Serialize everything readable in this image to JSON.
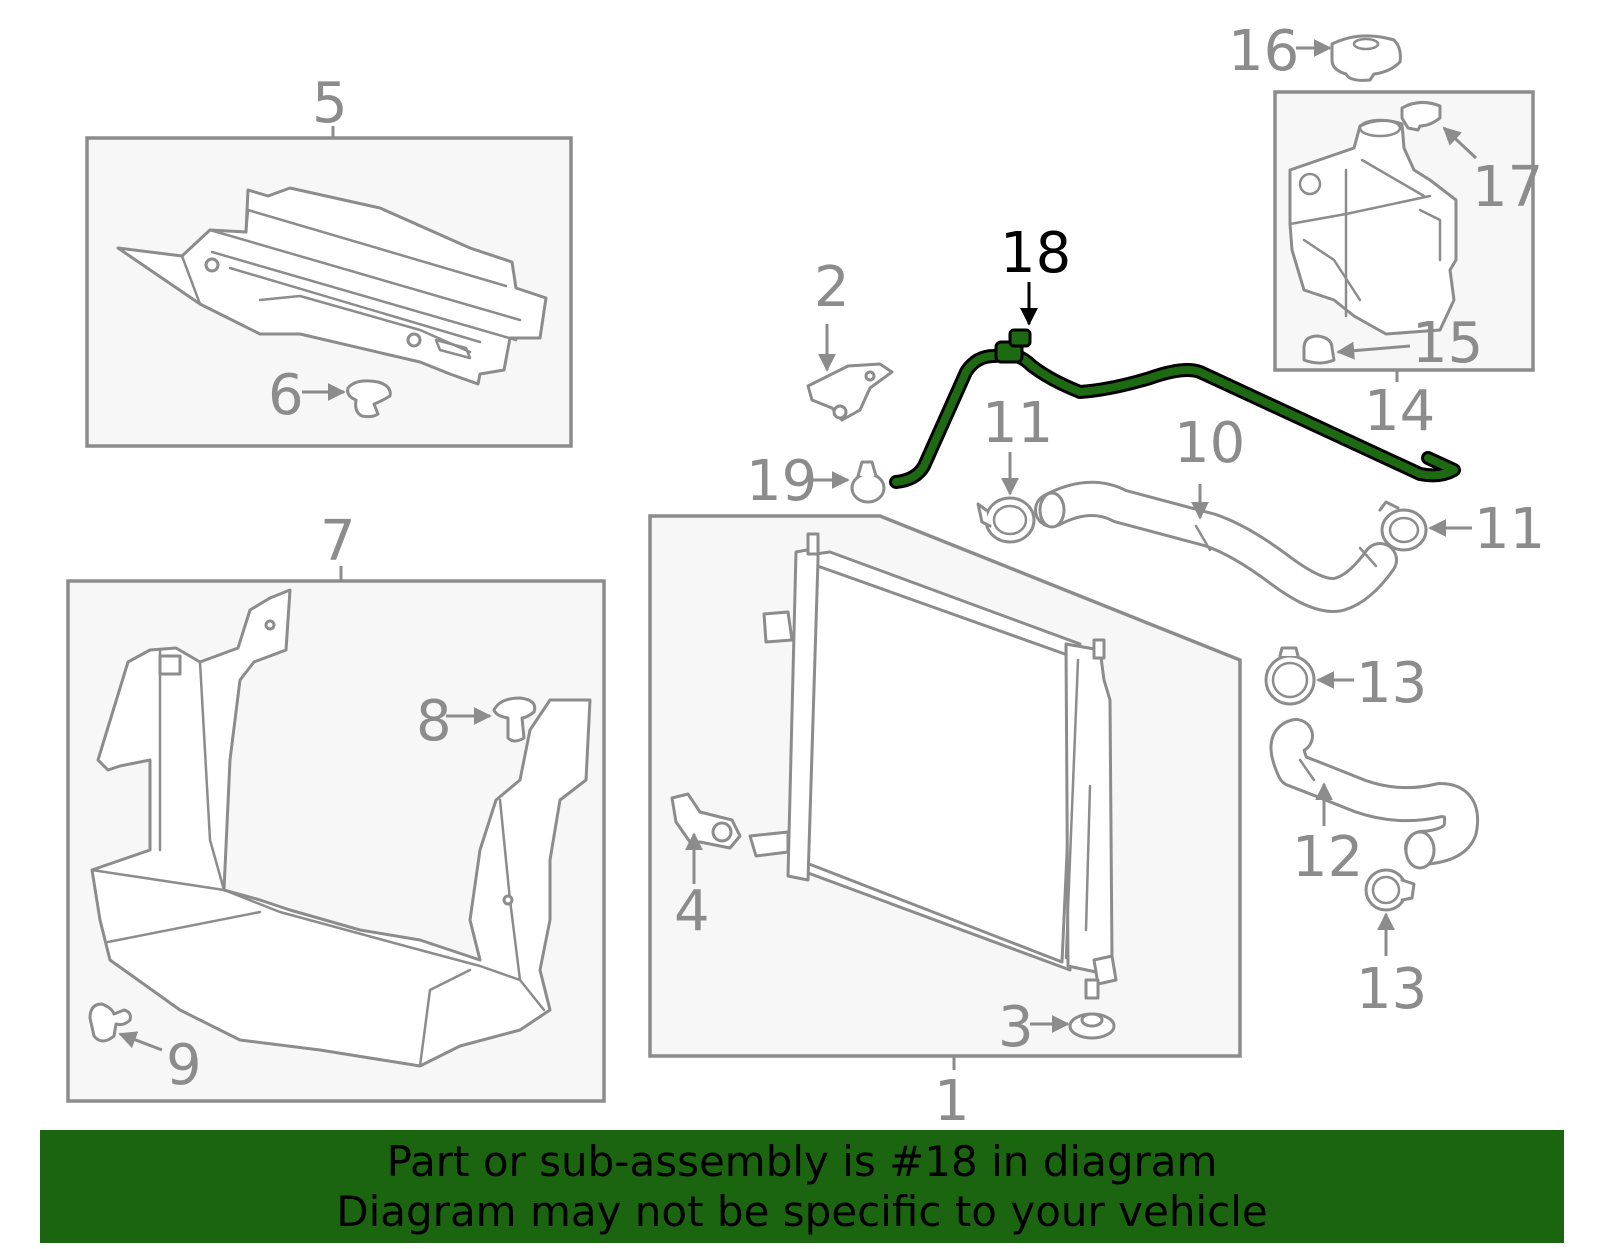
{
  "diagram": {
    "highlight_color": "#1e6a12",
    "line_color": "#8c8c8c",
    "callouts": {
      "c1": "1",
      "c2": "2",
      "c3": "3",
      "c4": "4",
      "c5": "5",
      "c6": "6",
      "c7": "7",
      "c8": "8",
      "c9": "9",
      "c10": "10",
      "c11a": "11",
      "c11b": "11",
      "c12": "12",
      "c13a": "13",
      "c13b": "13",
      "c14": "14",
      "c15": "15",
      "c16": "16",
      "c17": "17",
      "c18": "18",
      "c19": "19"
    },
    "highlighted_part": "18"
  },
  "banner": {
    "line1": "Part or sub-assembly is #18 in diagram",
    "line2": "Diagram may not be specific to your vehicle",
    "background": "#1b6410"
  }
}
